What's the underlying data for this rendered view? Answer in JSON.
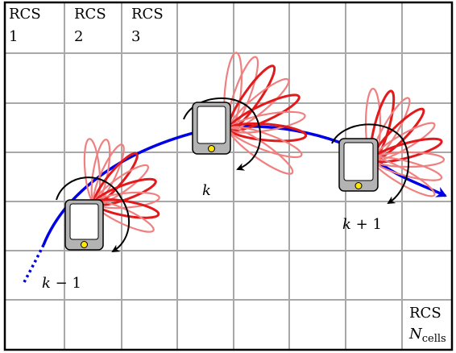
{
  "cells": {
    "first": {
      "line1": "RCS",
      "line2": "1"
    },
    "second": {
      "line1": "RCS",
      "line2": "2"
    },
    "third": {
      "line1": "RCS",
      "line2": "3"
    },
    "last": {
      "line1": "RCS",
      "var": "N",
      "sub": "cells"
    }
  },
  "positions": {
    "prev": {
      "var": "k",
      "rest": " − 1"
    },
    "curr": {
      "var": "k"
    },
    "next": {
      "var": "k",
      "rest": " + 1"
    }
  },
  "colors": {
    "grid": "#a8a8a8",
    "border": "#000000",
    "trajectory": "#0000e6",
    "beam_strong": "#e31a1c",
    "beam_weak": "#f08080",
    "device_body": "#b3b3b3",
    "device_screen": "#ffffff",
    "device_button": "#ffe600"
  },
  "icons": {
    "device": "smartphone-icon",
    "rotation": "curved-arrow-icon",
    "beams": "beam-lobes-icon"
  }
}
